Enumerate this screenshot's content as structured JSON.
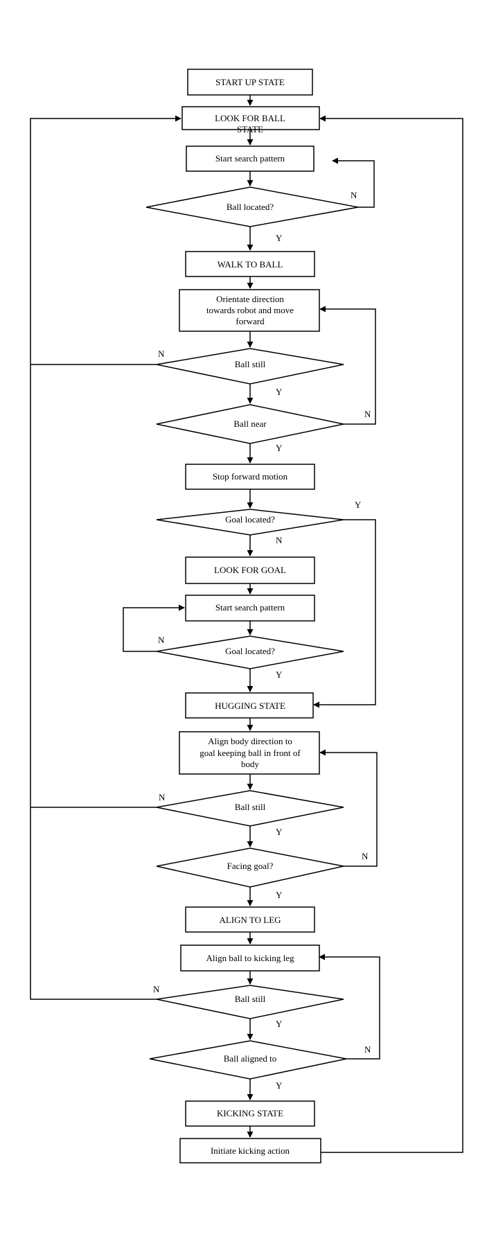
{
  "boxes": {
    "start_up_state": "START UP STATE",
    "look_for_ball_l1": "LOOK FOR BALL",
    "look_for_ball_l2": "STATE",
    "start_search_1": "Start search pattern",
    "walk_to_ball": "WALK TO BALL",
    "orientate_l1": "Orientate direction",
    "orientate_l2": "towards robot and move",
    "orientate_l3": "forward",
    "stop_forward": "Stop forward motion",
    "look_for_goal": "LOOK FOR GOAL",
    "start_search_2": "Start search pattern",
    "hugging_state": "HUGGING STATE",
    "align_body_l1": "Align body direction to",
    "align_body_l2": "goal keeping ball in front of",
    "align_body_l3": "body",
    "align_to_leg": "ALIGN TO LEG",
    "align_ball_leg": "Align ball to kicking leg",
    "kicking_state": "KICKING STATE",
    "initiate_kick": "Initiate kicking action"
  },
  "decisions": {
    "ball_located": "Ball located?",
    "ball_still_1": "Ball still",
    "ball_near": "Ball near",
    "goal_located_1": "Goal located?",
    "goal_located_2": "Goal located?",
    "ball_still_2": "Ball still",
    "facing_goal": "Facing goal?",
    "ball_still_3": "Ball still",
    "ball_aligned": "Ball aligned to"
  },
  "labels": {
    "yes": "Y",
    "no": "N"
  }
}
